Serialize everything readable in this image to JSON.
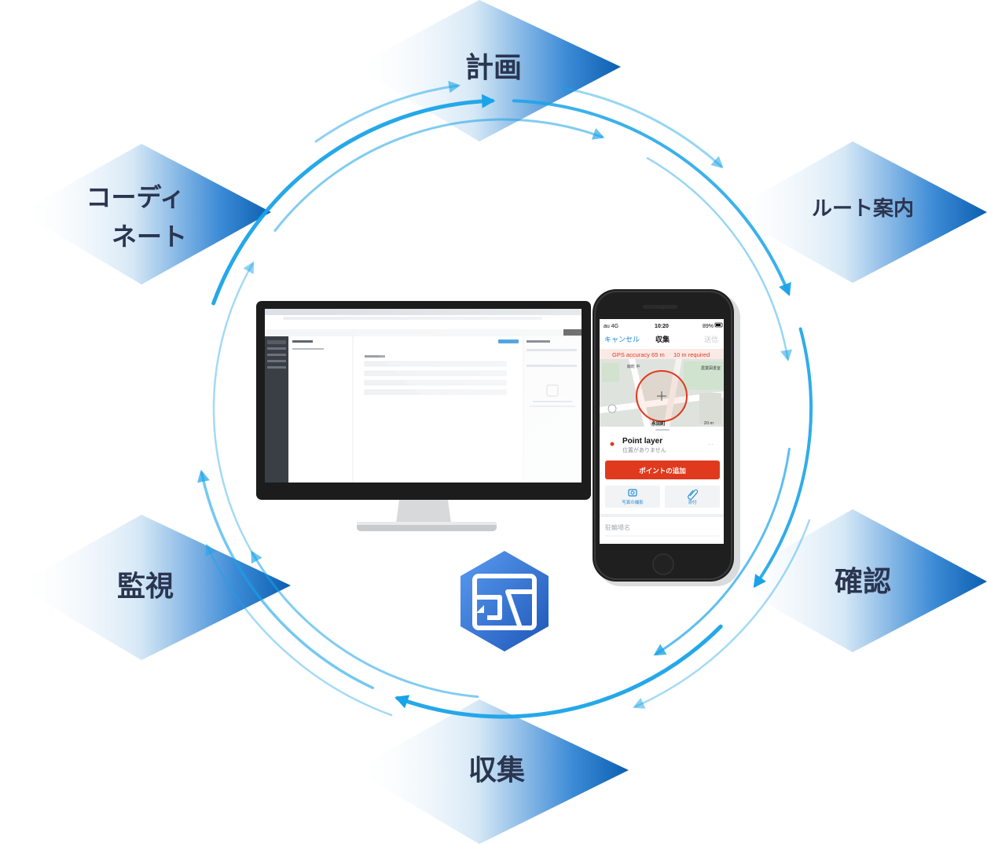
{
  "cycle": {
    "stages": [
      {
        "id": "plan",
        "lines": [
          "計画"
        ]
      },
      {
        "id": "route",
        "lines": [
          "ルート案内"
        ]
      },
      {
        "id": "confirm",
        "lines": [
          "確認"
        ]
      },
      {
        "id": "collect",
        "lines": [
          "収集"
        ]
      },
      {
        "id": "monitor",
        "lines": [
          "監視"
        ]
      },
      {
        "id": "coordinate",
        "lines": [
          "コーディ",
          "ネート"
        ]
      }
    ]
  },
  "phone": {
    "status": {
      "carrier": "au 4G",
      "time": "10:20",
      "battery": "89%"
    },
    "header": {
      "cancel": "キャンセル",
      "title": "収集",
      "send": "送信"
    },
    "gps": {
      "accuracy": "GPS accuracy 65 m",
      "required": "10 m required"
    },
    "map_labels": {
      "north": "飯町 中",
      "east": "農業図書室",
      "place": "永田町",
      "scale": "20 m"
    },
    "layer": {
      "title": "Point layer",
      "subtitle": "位置がありません"
    },
    "add_button": "ポイントの追加",
    "tools": {
      "photo": "写真の撮影",
      "attach": "添付"
    },
    "field_placeholder": "駐輪場名"
  },
  "colors": {
    "accent": "#1a8ad4",
    "arrow": "#19a3e8",
    "stage_dark": "#0b5fb0",
    "phone_red": "#e03a1e",
    "logo": "#2f6fd0"
  }
}
